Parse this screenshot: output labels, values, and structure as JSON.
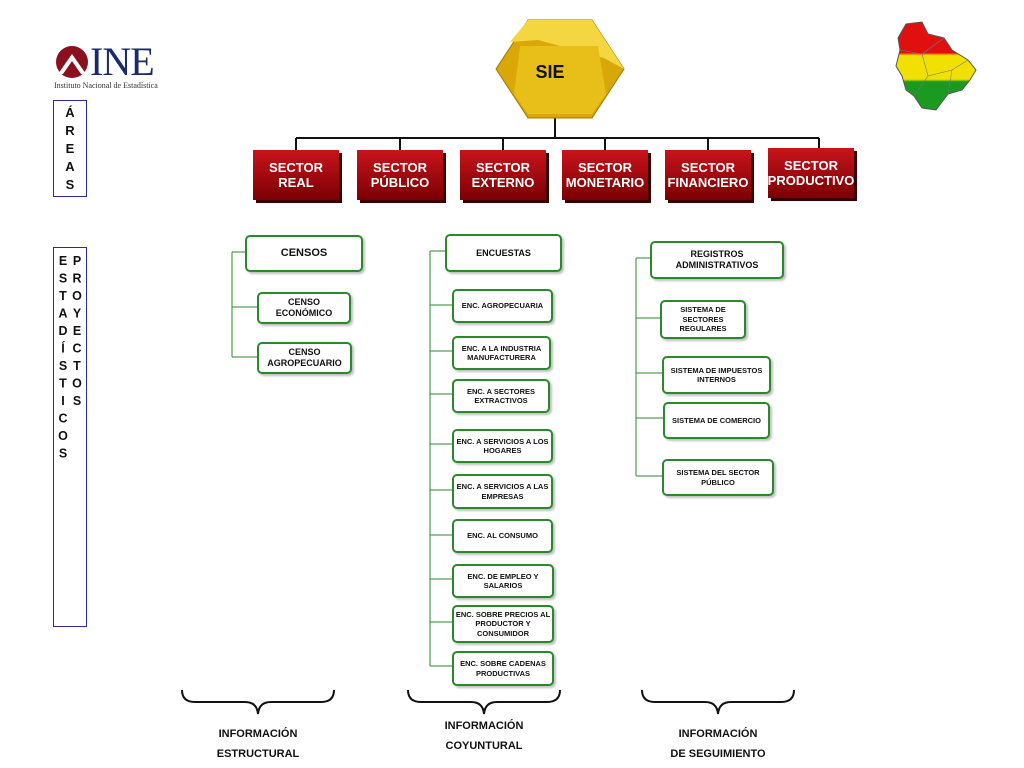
{
  "logo": {
    "name": "INE",
    "subtitle": "Instituto Nacional de Estadística"
  },
  "hub": {
    "label": "SIE"
  },
  "areas_label": "ÁREAS",
  "projects_label": "PROYECTOS ESTADÍSTICOS",
  "sectors": [
    "SECTOR REAL",
    "SECTOR PÚBLICO",
    "SECTOR EXTERNO",
    "SECTOR MONETARIO",
    "SECTOR FINANCIERO",
    "SECTOR PRODUCTIVO"
  ],
  "censos": {
    "title": "CENSOS",
    "items": [
      "CENSO ECONÓMICO",
      "CENSO AGROPECUARIO"
    ]
  },
  "encuestas": {
    "title": "ENCUESTAS",
    "items": [
      "ENC. AGROPECUARIA",
      "ENC. A LA INDUSTRIA MANUFACTURERA",
      "ENC. A SECTORES EXTRACTIVOS",
      "ENC. A SERVICIOS A LOS HOGARES",
      "ENC. A SERVICIOS A LAS EMPRESAS",
      "ENC. AL CONSUMO",
      "ENC. DE EMPLEO Y SALARIOS",
      "ENC. SOBRE PRECIOS AL PRODUCTOR Y CONSUMIDOR",
      "ENC. SOBRE CADENAS PRODUCTIVAS"
    ]
  },
  "registros": {
    "title": "REGISTROS ADMINISTRATIVOS",
    "items": [
      "SISTEMA DE SECTORES REGULARES",
      "SISTEMA DE IMPUESTOS INTERNOS",
      "SISTEMA DE COMERCIO",
      "SISTEMA DEL SECTOR PÚBLICO"
    ]
  },
  "footers": [
    {
      "line1": "INFORMACIÓN",
      "line2": "ESTRUCTURAL"
    },
    {
      "line1": "INFORMACIÓN",
      "line2": "COYUNTURAL"
    },
    {
      "line1": "INFORMACIÓN",
      "line2": "DE SEGUIMIENTO"
    }
  ],
  "colors": {
    "sector_red": "#b00a10",
    "box_border_green": "#2a8a2a",
    "hub_gold": "#e8c21a",
    "label_border_blue": "#2a2aa0"
  }
}
